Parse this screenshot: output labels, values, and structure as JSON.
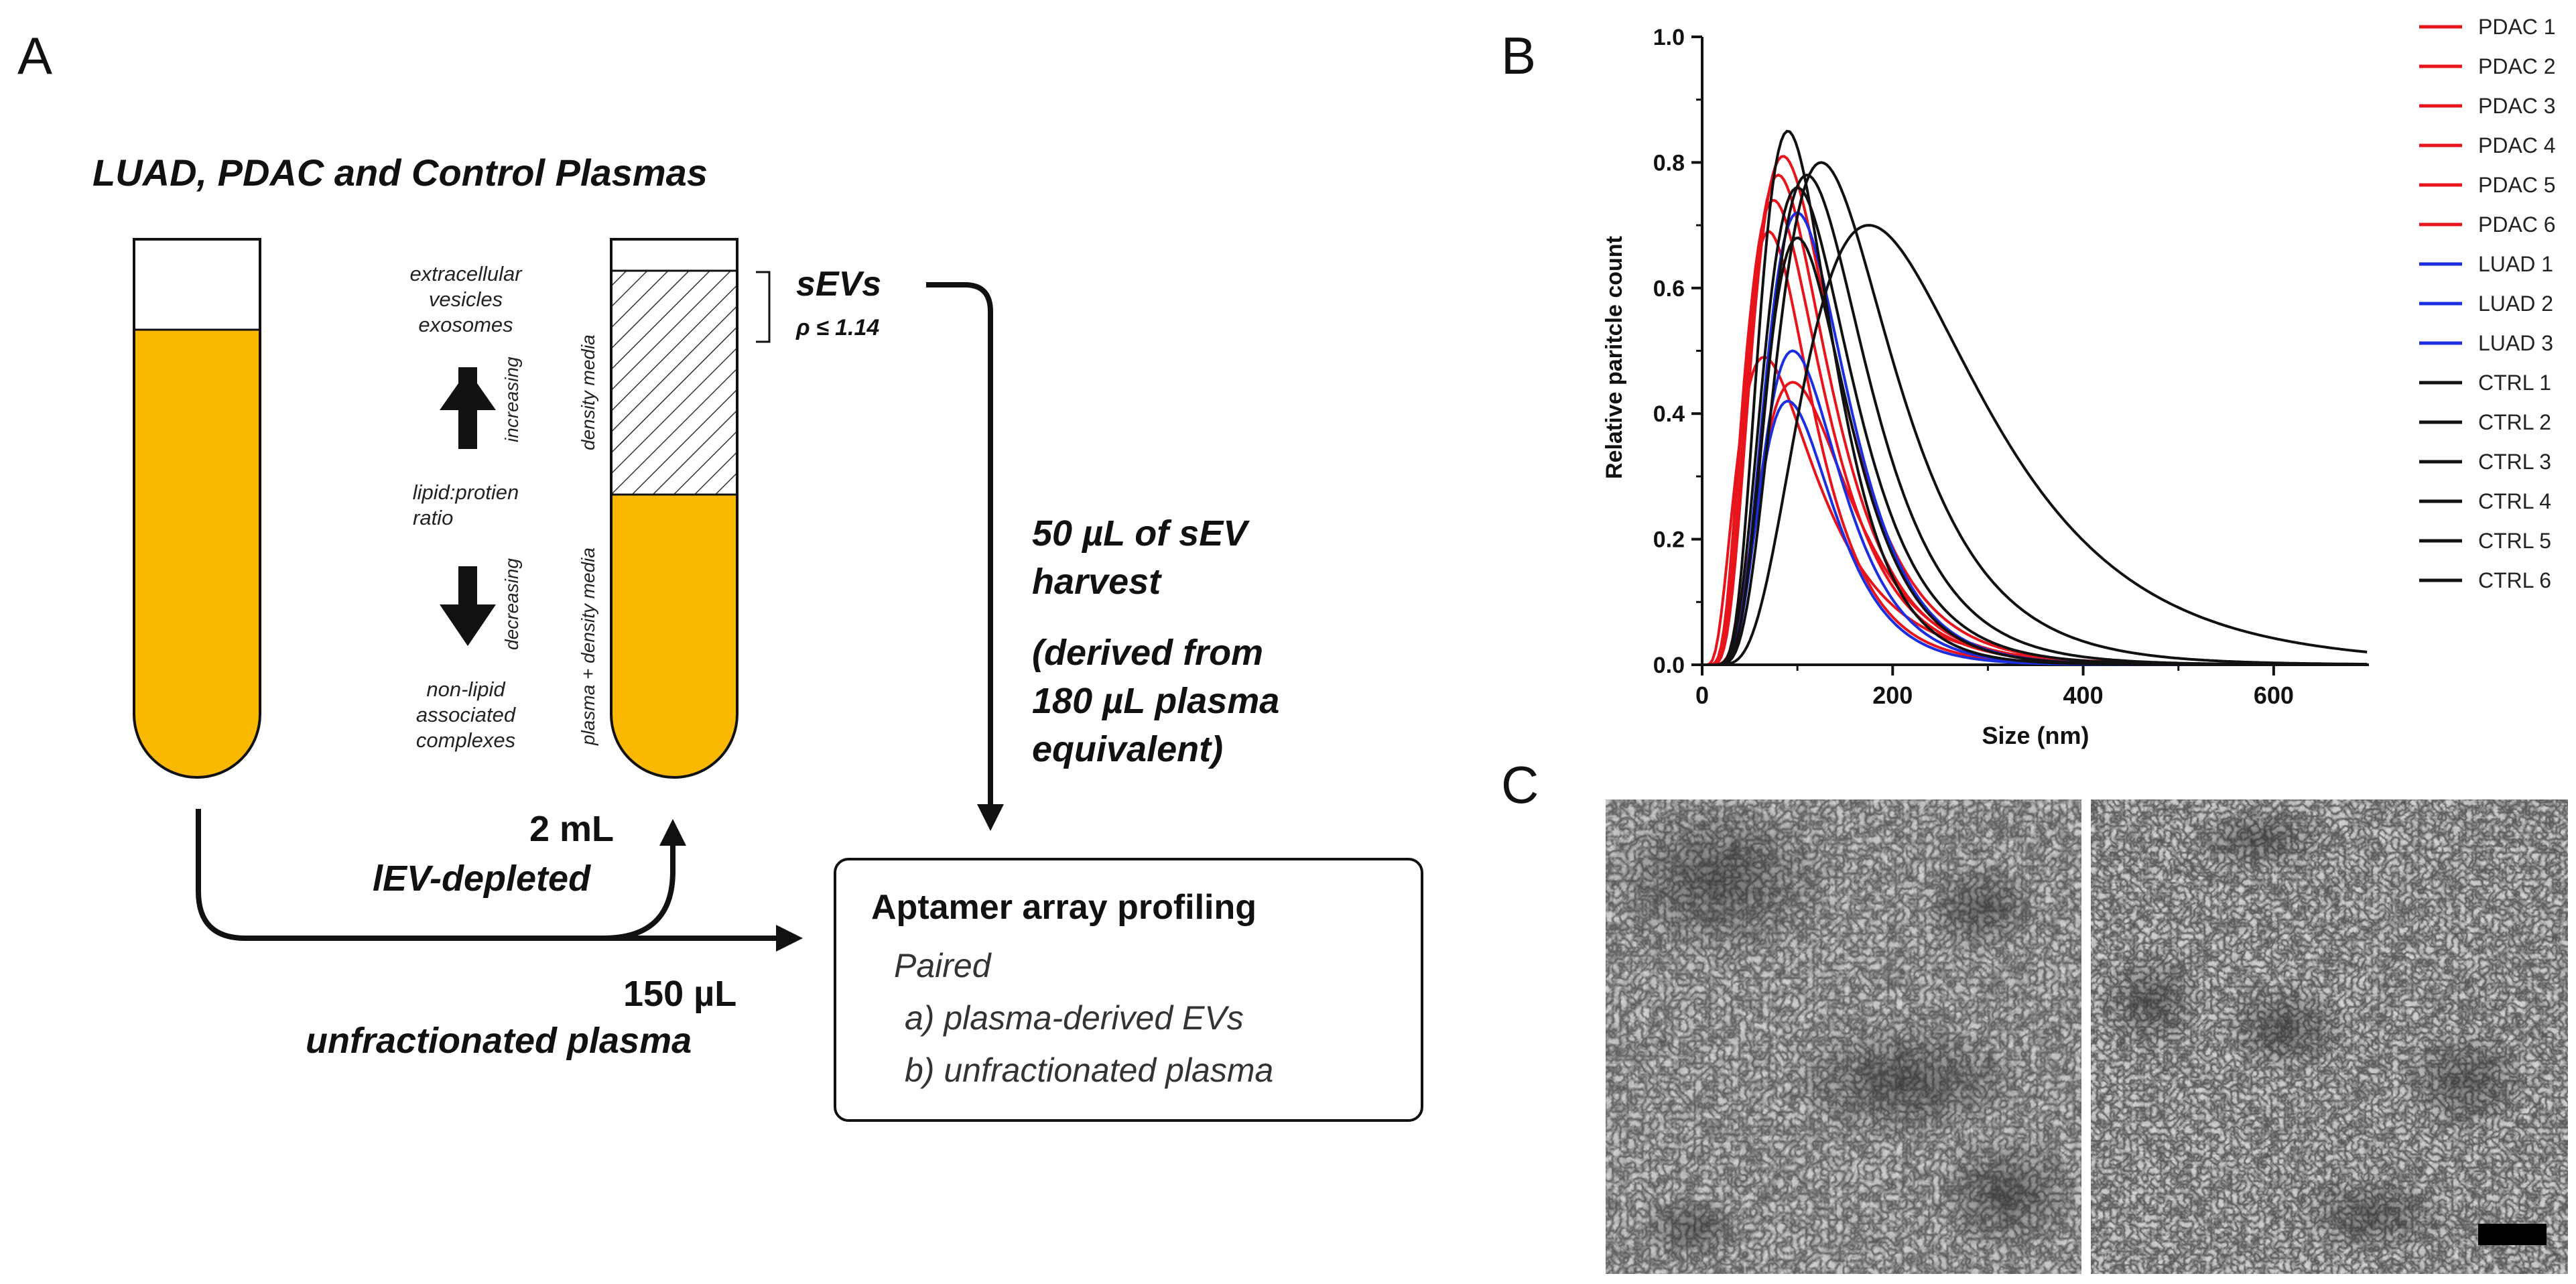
{
  "panels": {
    "a": "A",
    "b": "B",
    "c": "C"
  },
  "panel_a": {
    "title": "LUAD, PDAC and Control Plasmas",
    "top_labels": [
      "extracellular",
      "vesicles",
      "exosomes"
    ],
    "increasing": "increasing",
    "ratio_label": [
      "lipid:protien",
      "ratio"
    ],
    "decreasing": "decreasing",
    "bottom_labels": [
      "non-lipid",
      "associated",
      "complexes"
    ],
    "density_media": "density media",
    "plasma_density_media": "plasma + density media",
    "sevs": "sEVs",
    "rho": "ρ ≤ 1.14",
    "harvest": [
      "50 µL of sEV",
      "harvest"
    ],
    "derived": [
      "(derived from",
      "180 µL plasma",
      "equivalent)"
    ],
    "volume_2ml": "2 mL",
    "iev_depleted": "lEV-depleted",
    "volume_150": "150 µL",
    "unfractionated": "unfractionated plasma",
    "box": {
      "title": "Aptamer array profiling",
      "paired": "Paired",
      "item_a": "a) plasma-derived EVs",
      "item_b": "b) unfractionated plasma"
    },
    "colors": {
      "plasma": "#fbb800",
      "outline": "#111111"
    }
  },
  "chart_data": {
    "type": "line",
    "xlabel": "Size (nm)",
    "ylabel": "Relative paritcle count",
    "xlim": [
      0,
      700
    ],
    "ylim": [
      0,
      1.0
    ],
    "xticks": [
      0,
      200,
      400,
      600
    ],
    "yticks": [
      0.0,
      0.2,
      0.4,
      0.6,
      0.8,
      1.0
    ],
    "legend_position": "right",
    "series": [
      {
        "name": "PDAC 1",
        "color": "#e8141c",
        "peak_x": 85,
        "peak_y": 0.81,
        "sigma": 0.5
      },
      {
        "name": "PDAC 2",
        "color": "#e8141c",
        "peak_x": 80,
        "peak_y": 0.78,
        "sigma": 0.5
      },
      {
        "name": "PDAC 3",
        "color": "#e8141c",
        "peak_x": 75,
        "peak_y": 0.74,
        "sigma": 0.52
      },
      {
        "name": "PDAC 4",
        "color": "#e8141c",
        "peak_x": 70,
        "peak_y": 0.69,
        "sigma": 0.5
      },
      {
        "name": "PDAC 5",
        "color": "#e8141c",
        "peak_x": 65,
        "peak_y": 0.49,
        "sigma": 0.62
      },
      {
        "name": "PDAC 6",
        "color": "#e8141c",
        "peak_x": 95,
        "peak_y": 0.45,
        "sigma": 0.48
      },
      {
        "name": "LUAD 1",
        "color": "#1b2ee0",
        "peak_x": 100,
        "peak_y": 0.72,
        "sigma": 0.42
      },
      {
        "name": "LUAD 2",
        "color": "#1b2ee0",
        "peak_x": 95,
        "peak_y": 0.5,
        "sigma": 0.42
      },
      {
        "name": "LUAD 3",
        "color": "#1b2ee0",
        "peak_x": 90,
        "peak_y": 0.42,
        "sigma": 0.42
      },
      {
        "name": "CTRL 1",
        "color": "#111111",
        "peak_x": 90,
        "peak_y": 0.85,
        "sigma": 0.42
      },
      {
        "name": "CTRL 2",
        "color": "#111111",
        "peak_x": 125,
        "peak_y": 0.8,
        "sigma": 0.47
      },
      {
        "name": "CTRL 3",
        "color": "#111111",
        "peak_x": 110,
        "peak_y": 0.78,
        "sigma": 0.45
      },
      {
        "name": "CTRL 4",
        "color": "#111111",
        "peak_x": 175,
        "peak_y": 0.7,
        "sigma": 0.52
      },
      {
        "name": "CTRL 5",
        "color": "#111111",
        "peak_x": 100,
        "peak_y": 0.68,
        "sigma": 0.42
      },
      {
        "name": "CTRL 6",
        "color": "#111111",
        "peak_x": 100,
        "peak_y": 0.76,
        "sigma": 0.45
      }
    ]
  }
}
